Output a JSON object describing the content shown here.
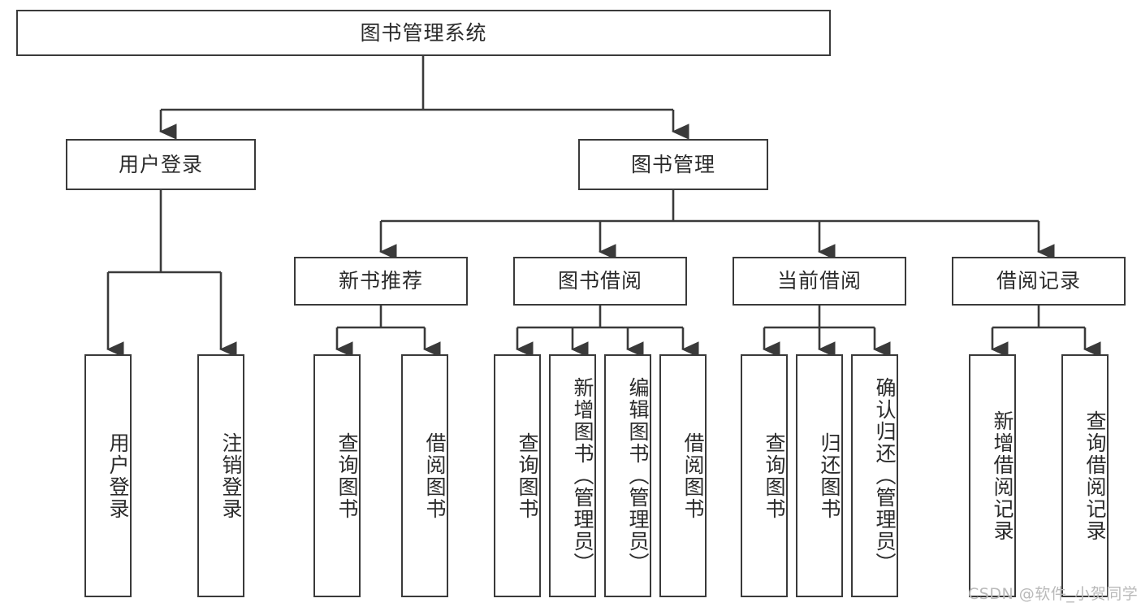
{
  "diagram": {
    "title": "图书管理系统",
    "type": "tree-hierarchy",
    "colors": {
      "node_border": "#3a3a3a",
      "node_fill": "#ffffff",
      "connector": "#3a3a3a",
      "text": "#2b2b2b",
      "watermark": "#b9b9b9",
      "background": "#ffffff"
    },
    "root": {
      "label": "图书管理系统"
    },
    "level2": [
      {
        "label": "用户登录"
      },
      {
        "label": "图书管理"
      }
    ],
    "level3": [
      {
        "label": "新书推荐"
      },
      {
        "label": "图书借阅"
      },
      {
        "label": "当前借阅"
      },
      {
        "label": "借阅记录"
      }
    ],
    "leaves": {
      "user_login": [
        {
          "label": "用户登录"
        },
        {
          "label": "注销登录"
        }
      ],
      "new_book_recommend": [
        {
          "label": "查询图书"
        },
        {
          "label": "借阅图书"
        }
      ],
      "book_borrow": [
        {
          "label": "查询图书"
        },
        {
          "label": "新增图书（管理员）"
        },
        {
          "label": "编辑图书（管理员）"
        },
        {
          "label": "借阅图书"
        }
      ],
      "current_borrow": [
        {
          "label": "查询图书"
        },
        {
          "label": "归还图书"
        },
        {
          "label": "确认归还（管理员）"
        }
      ],
      "borrow_record": [
        {
          "label": "新增借阅记录"
        },
        {
          "label": "查询借阅记录"
        }
      ]
    }
  },
  "watermark": {
    "text": "CSDN @软件_小贺同学"
  }
}
